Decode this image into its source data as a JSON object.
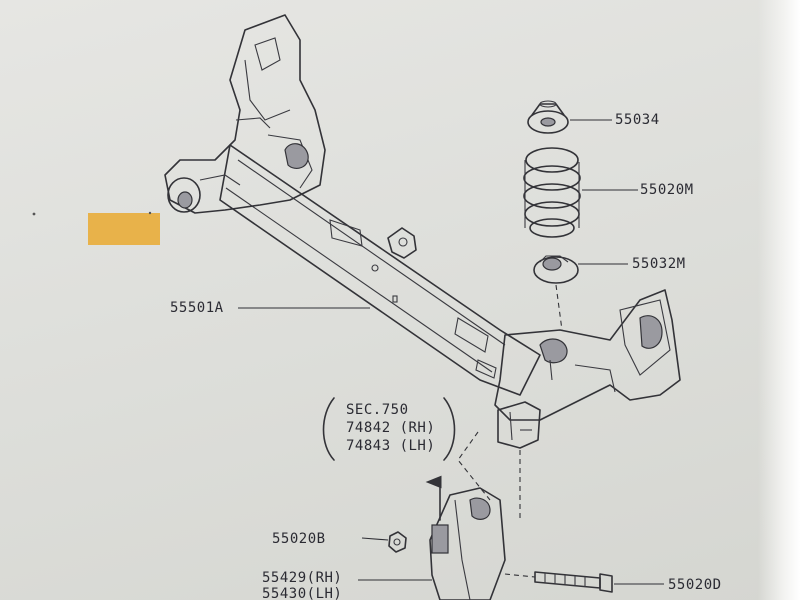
{
  "labels": {
    "spring_seat_upper": "55034",
    "coil_spring": "55020M",
    "spring_seat_lower": "55032M",
    "axle_beam": "55501A",
    "section_ref_line1": "SEC.750",
    "section_ref_line2": "74842 (RH)",
    "section_ref_line3": "74843 (LH)",
    "nut": "55020B",
    "bracket_rh": "55429(RH)",
    "bracket_lh": "55430(LH)",
    "bolt": "55020D"
  },
  "colors": {
    "highlight_tag": "#e8b24a",
    "line_ink": "#333338",
    "paper": "#e3e3df"
  }
}
